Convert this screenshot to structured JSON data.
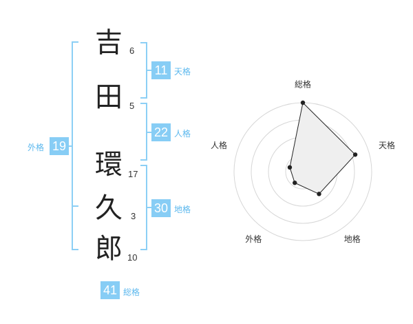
{
  "name": {
    "characters": [
      {
        "char": "吉",
        "strokes": "6"
      },
      {
        "char": "田",
        "strokes": "5"
      },
      {
        "char": "環",
        "strokes": "17"
      },
      {
        "char": "久",
        "strokes": "3"
      },
      {
        "char": "郎",
        "strokes": "10"
      }
    ]
  },
  "kaku": {
    "tenkaku": {
      "value": "11",
      "label": "天格"
    },
    "jinkaku": {
      "value": "22",
      "label": "人格"
    },
    "chikaku": {
      "value": "30",
      "label": "地格"
    },
    "gaikaku": {
      "value": "19",
      "label": "外格"
    },
    "soukaku": {
      "value": "41",
      "label": "総格"
    }
  },
  "colors": {
    "accent": "#87cdf5",
    "label": "#5cb8ee"
  },
  "chart_data": {
    "type": "radar",
    "axes": [
      "総格",
      "天格",
      "地格",
      "外格",
      "人格"
    ],
    "values": [
      5,
      4,
      2,
      1,
      1
    ],
    "rmax": 5,
    "rings": 4
  }
}
